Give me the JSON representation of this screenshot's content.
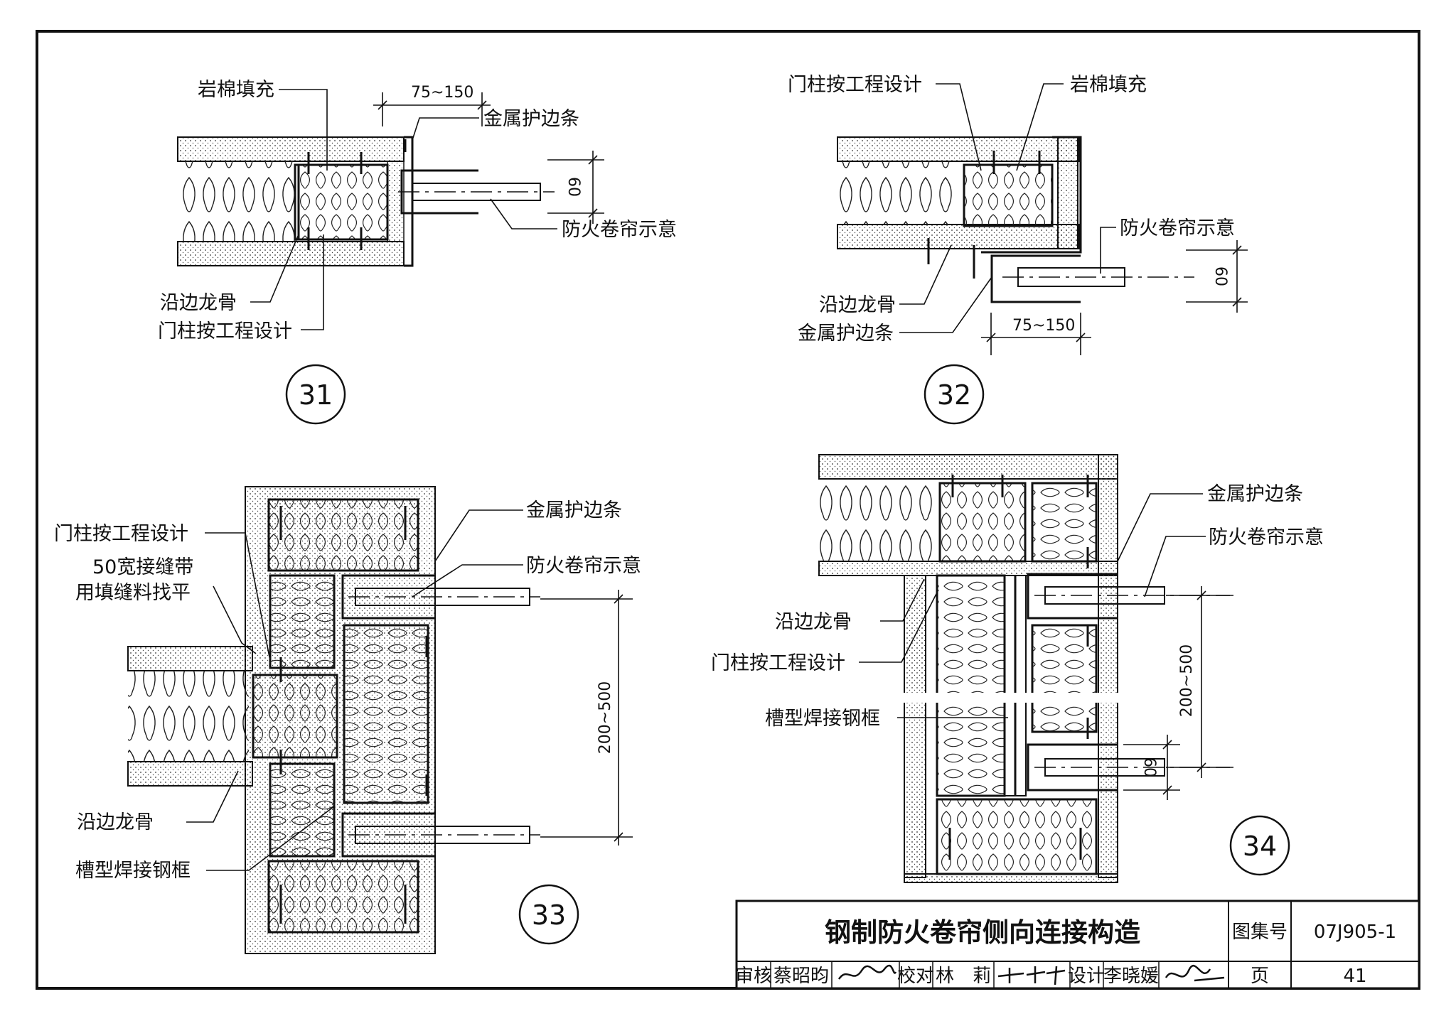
{
  "details": [
    {
      "number": "31",
      "labels": {
        "rock_wool": "岩棉填充",
        "metal_edge": "金属护边条",
        "shutter": "防火卷帘示意",
        "edge_keel": "沿边龙骨",
        "door_post": "门柱按工程设计"
      },
      "dims": {
        "width": "75~150",
        "height": "60"
      }
    },
    {
      "number": "32",
      "labels": {
        "door_post": "门柱按工程设计",
        "rock_wool": "岩棉填充",
        "shutter": "防火卷帘示意",
        "edge_keel": "沿边龙骨",
        "metal_edge": "金属护边条"
      },
      "dims": {
        "height": "60",
        "width": "75~150"
      }
    },
    {
      "number": "33",
      "labels": {
        "door_post": "门柱按工程设计",
        "joint_tape_1": "50宽接缝带",
        "joint_tape_2": "用填缝料找平",
        "metal_edge": "金属护边条",
        "shutter": "防火卷帘示意",
        "edge_keel": "沿边龙骨",
        "steel_frame": "槽型焊接钢框"
      },
      "dims": {
        "spacing": "200~500"
      }
    },
    {
      "number": "34",
      "labels": {
        "metal_edge": "金属护边条",
        "shutter": "防火卷帘示意",
        "edge_keel": "沿边龙骨",
        "door_post": "门柱按工程设计",
        "steel_frame": "槽型焊接钢框"
      },
      "dims": {
        "spacing": "200~500",
        "height": "60"
      }
    }
  ],
  "title_block": {
    "title": "钢制防火卷帘侧向连接构造",
    "atlas_label": "图集号",
    "atlas_no": "07J905-1",
    "review_label": "审核",
    "reviewer": "蔡昭昀",
    "check_label": "校对",
    "checker": "林　莉",
    "design_label": "设计",
    "designer": "李晓媛",
    "page_label": "页",
    "page_no": "41"
  }
}
